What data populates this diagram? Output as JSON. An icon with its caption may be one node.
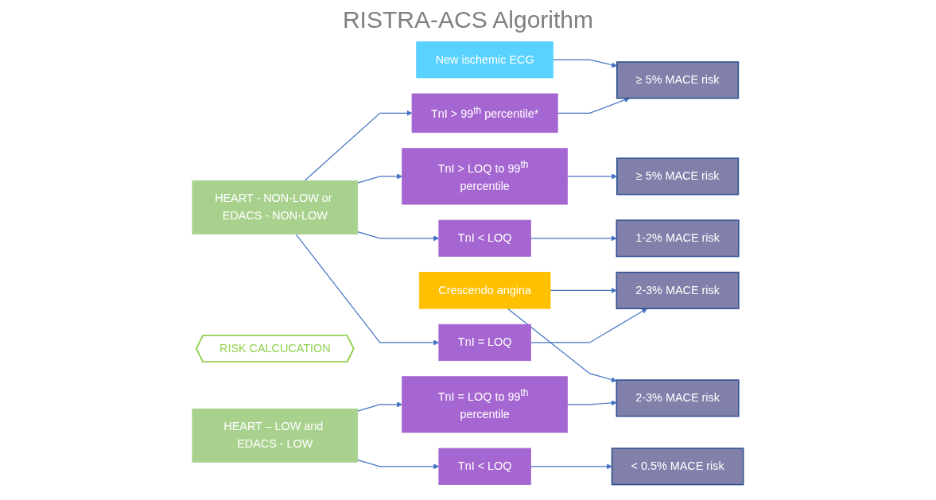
{
  "diagram": {
    "title": "RISTRA-ACS Algorithm",
    "nodes": [
      {
        "text": [
          "HEART - NON-LOW or EDACS - NON-LOW"
        ]
      },
      {
        "text": [
          "TnI > 99$^{th}$ percentile*"
        ]
      },
      {
        "text": [
          "≥ 5% MACE risk"
        ]
      },
      {
        "text": [
          "New ischemic ECG"
        ]
      },
      {
        "text": [
          "TnI > LOQ to 99$^{th}$ percentile"
        ]
      },
      {
        "text": [
          "≥ 5% MACE risk"
        ]
      },
      {
        "text": [
          "TnI = LOQ"
        ]
      },
      {
        "text": [
          "2-3% MACE risk"
        ]
      },
      {
        "text": [
          "TnI < LOQ"
        ]
      },
      {
        "text": [
          "1-2% MACE risk"
        ]
      },
      {
        "text": [
          "RISK CALCUCATION"
        ]
      },
      {
        "text": [
          "HEART – LOW and EDACS - LOW"
        ]
      },
      {
        "text": [
          "TnI = LOQ to 99$^{th}$ percentile"
        ]
      },
      {
        "text": [
          "2-3% MACE risk"
        ]
      },
      {
        "text": [
          "Crescendo angina"
        ]
      },
      {
        "text": [
          "TnI < LOQ"
        ]
      },
      {
        "text": [
          "< 0.5% MACE risk"
        ]
      }
    ],
    "edges": [
      {
        "from": 0,
        "to": 1,
        "arrow": "to"
      },
      {
        "from": 0,
        "to": 4,
        "arrow": "to"
      },
      {
        "from": 0,
        "to": 6,
        "arrow": "to"
      },
      {
        "from": 0,
        "to": 8,
        "arrow": "to"
      },
      {
        "from": 1,
        "to": 2,
        "arrow": "to"
      },
      {
        "from": 3,
        "to": 2,
        "arrow": "to"
      },
      {
        "from": 4,
        "to": 5,
        "arrow": "to"
      },
      {
        "from": 6,
        "to": 7,
        "arrow": "to"
      },
      {
        "from": 14,
        "to": 7,
        "arrow": "to"
      },
      {
        "from": 8,
        "to": 9,
        "arrow": "to"
      },
      {
        "from": 11,
        "to": 12,
        "arrow": "to"
      },
      {
        "from": 11,
        "to": 15,
        "arrow": "to"
      },
      {
        "from": 12,
        "to": 13,
        "arrow": "to"
      },
      {
        "from": 14,
        "to": 13,
        "arrow": "to"
      },
      {
        "from": 15,
        "to": 16,
        "arrow": "to"
      }
    ]
  }
}
